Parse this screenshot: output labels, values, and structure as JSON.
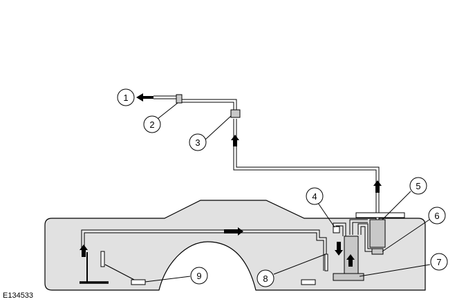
{
  "figure": {
    "reference_code": "E134533",
    "callouts": [
      {
        "id": "c1",
        "label": "1"
      },
      {
        "id": "c2",
        "label": "2"
      },
      {
        "id": "c3",
        "label": "3"
      },
      {
        "id": "c4",
        "label": "4"
      },
      {
        "id": "c5",
        "label": "5"
      },
      {
        "id": "c6",
        "label": "6"
      },
      {
        "id": "c7",
        "label": "7"
      },
      {
        "id": "c8",
        "label": "8"
      },
      {
        "id": "c9",
        "label": "9"
      }
    ],
    "colors": {
      "tank_fill": "#e1e1e1",
      "line": "#000000",
      "pipe_fill": "#ffffff",
      "component_fill": "#c8c8c8"
    }
  }
}
